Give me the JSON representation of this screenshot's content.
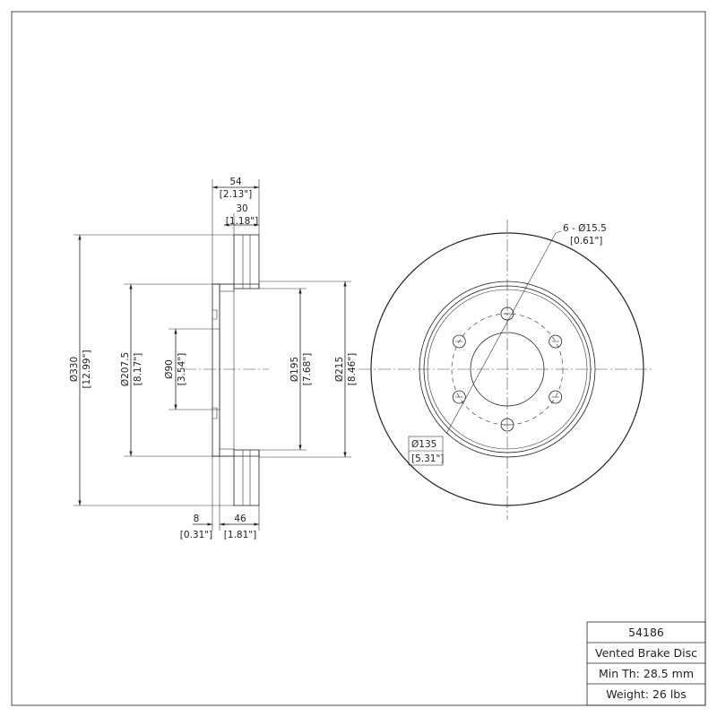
{
  "side_view": {
    "overall_width": {
      "mm": "54",
      "in": "[2.13\"]"
    },
    "friction_width": {
      "mm": "30",
      "in": "[1.18\"]"
    },
    "outer_diameter": {
      "mm": "Ø330",
      "in": "[12.99\"]"
    },
    "hat_diameter": {
      "mm": "Ø207.5",
      "in": "[8.17\"]"
    },
    "center_bore": {
      "mm": "Ø90",
      "in": "[3.54\"]"
    },
    "inner_diameter": {
      "mm": "Ø195",
      "in": "[7.68\"]"
    },
    "friction_inner_diameter": {
      "mm": "Ø215",
      "in": "[8.46\"]"
    },
    "hat_thickness": {
      "mm": "8",
      "in": "[0.31\"]"
    },
    "hat_height": {
      "mm": "46",
      "in": "[1.81\"]"
    }
  },
  "front_view": {
    "bolt_holes": {
      "mm": "6 - Ø15.5",
      "in": "[0.61\"]"
    },
    "bolt_circle": {
      "mm": "Ø135",
      "in": "[5.31\"]"
    }
  },
  "title_block": {
    "part_number": "54186",
    "description": "Vented Brake Disc",
    "min_thickness": "Min Th: 28.5 mm",
    "weight": "Weight: 26 lbs"
  }
}
